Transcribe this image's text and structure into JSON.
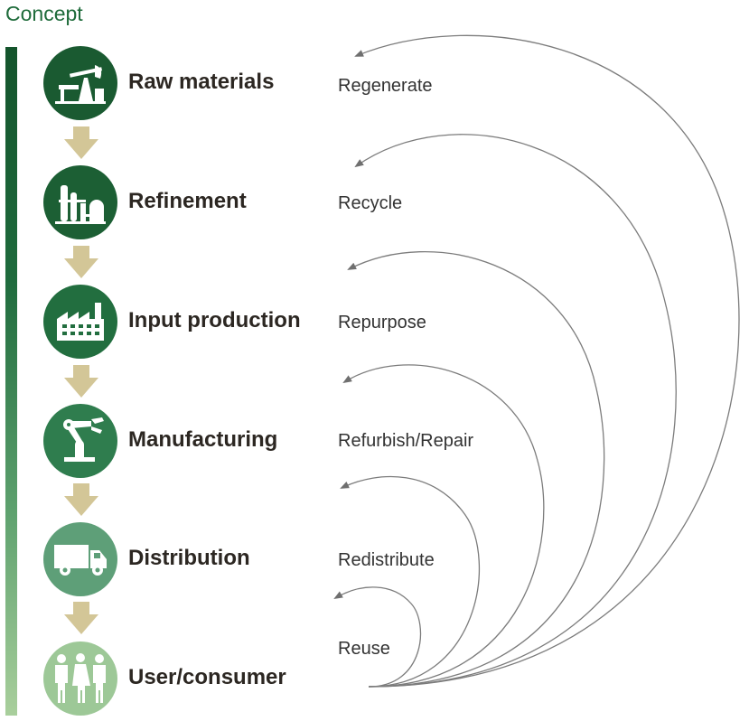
{
  "heading": "Concept",
  "stages": [
    {
      "label": "Raw materials",
      "icon": "oil-pump-icon",
      "color": "#1a5a31"
    },
    {
      "label": "Refinement",
      "icon": "refinery-icon",
      "color": "#1c5f34"
    },
    {
      "label": "Input production",
      "icon": "factory-icon",
      "color": "#226e3f"
    },
    {
      "label": "Manufacturing",
      "icon": "robot-arm-icon",
      "color": "#2f7d4e"
    },
    {
      "label": "Distribution",
      "icon": "delivery-truck-icon",
      "color": "#5e9f78"
    },
    {
      "label": "User/consumer",
      "icon": "people-icon",
      "color": "#9dc897"
    }
  ],
  "loops": [
    "Regenerate",
    "Recycle",
    "Repurpose",
    "Refurbish/Repair",
    "Redistribute",
    "Reuse"
  ],
  "colors": {
    "arrow_down": "#d3c697",
    "loop_line": "#7c7c7c"
  }
}
